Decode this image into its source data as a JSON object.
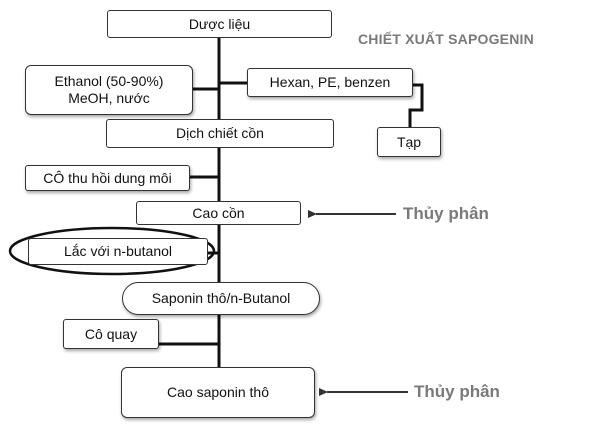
{
  "title": "CHIẾT XUẤT SAPOGENIN",
  "steps": {
    "herb": "Dược liệu",
    "solvent_line1": "Ethanol (50-90%)",
    "solvent_line2": "MeOH, nước",
    "defat": "Hexan, PE, benzen",
    "impurity": "Tạp",
    "extract": "Dịch chiết cồn",
    "recover": "CÔ thu hồi dung môi",
    "residue": "Cao cồn",
    "shake": "Lắc với n-butanol",
    "crude_butanol": "Saponin thô/n-Butanol",
    "rotavap": "Cô quay",
    "crude_extract": "Cao saponin thô"
  },
  "hydrolysis": {
    "label_1": "Thủy phân",
    "label_2": "Thủy phân"
  },
  "colors": {
    "flow_line": "#111111",
    "box_border": "#333333",
    "side_text": "#7a7a7a"
  }
}
